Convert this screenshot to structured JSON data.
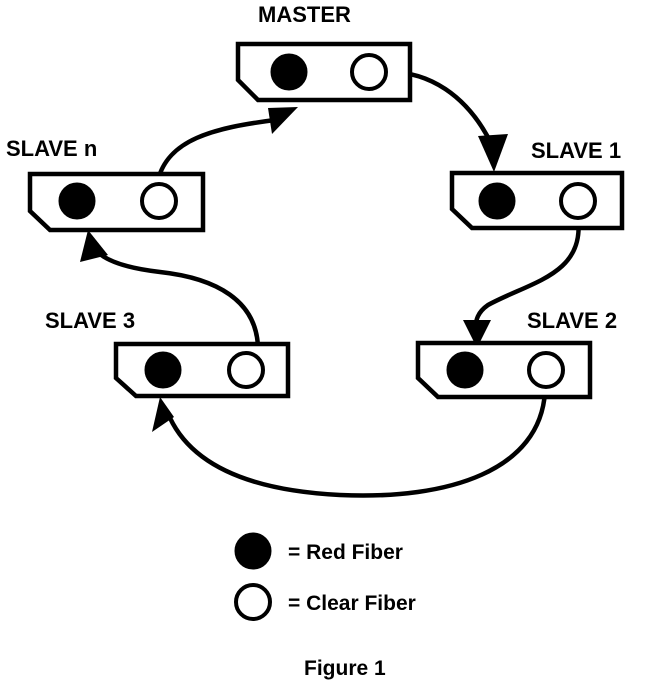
{
  "nodes": {
    "master": {
      "label": "MASTER"
    },
    "slave1": {
      "label": "SLAVE 1"
    },
    "slave2": {
      "label": "SLAVE 2"
    },
    "slave3": {
      "label": "SLAVE 3"
    },
    "slaven": {
      "label": "SLAVE n"
    }
  },
  "legend": {
    "red_fiber": "= Red Fiber",
    "clear_fiber": "= Clear Fiber"
  },
  "caption": "Figure 1",
  "colors": {
    "ink": "#000000",
    "paper": "#ffffff"
  }
}
